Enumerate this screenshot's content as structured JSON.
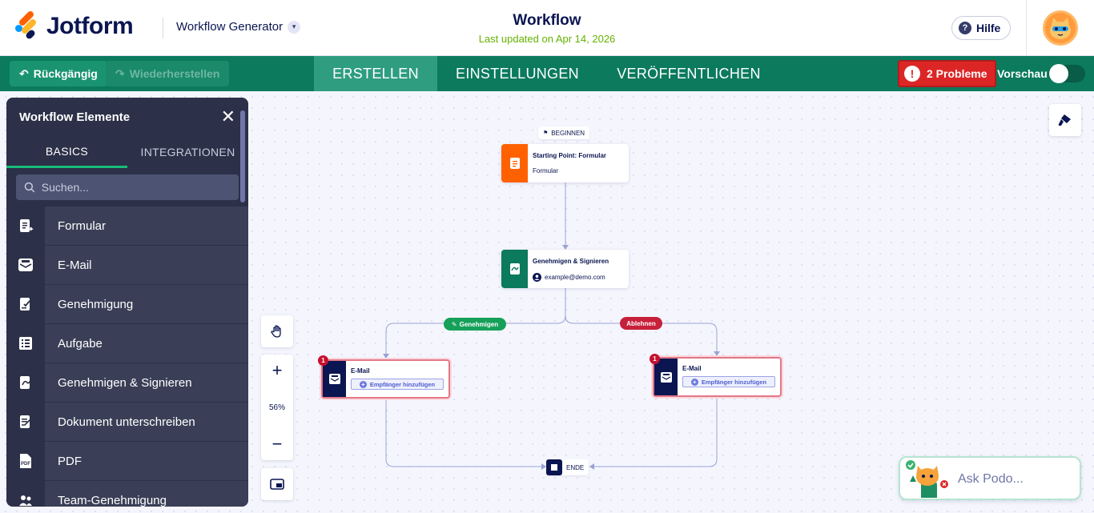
{
  "header": {
    "logo_text": "Jotform",
    "app_switcher": "Workflow Generator",
    "title": "Workflow",
    "subtitle": "Last updated on Apr 14, 2026",
    "help_label": "Hilfe"
  },
  "toolbar": {
    "undo_label": "Rückgängig",
    "redo_label": "Wiederherstellen",
    "tabs": [
      {
        "label": "ERSTELLEN",
        "active": true
      },
      {
        "label": "EINSTELLUNGEN",
        "active": false
      },
      {
        "label": "VERÖFFENTLICHEN",
        "active": false
      }
    ],
    "problems_label": "2 Probleme",
    "preview_label": "Vorschau"
  },
  "panel": {
    "title": "Workflow Elemente",
    "tabs": [
      {
        "label": "BASICS",
        "active": true
      },
      {
        "label": "INTEGRATIONEN",
        "active": false
      }
    ],
    "search_placeholder": "Suchen...",
    "items": [
      {
        "label": "Formular",
        "icon": "form-icon"
      },
      {
        "label": "E-Mail",
        "icon": "email-icon"
      },
      {
        "label": "Genehmigung",
        "icon": "approval-icon"
      },
      {
        "label": "Aufgabe",
        "icon": "task-list-icon"
      },
      {
        "label": "Genehmigen & Signieren",
        "icon": "approve-sign-icon"
      },
      {
        "label": "Dokument unterschreiben",
        "icon": "sign-document-icon"
      },
      {
        "label": "PDF",
        "icon": "pdf-icon"
      },
      {
        "label": "Team-Genehmigung",
        "icon": "team-approval-icon"
      }
    ]
  },
  "flow": {
    "start_label": "BEGINNEN",
    "start_node": {
      "title": "Starting Point: Formular",
      "sub": "Formular"
    },
    "approve_node": {
      "title": "Genehmigen & Signieren",
      "sub": "example@demo.com"
    },
    "branch_approve": "Genehmigen",
    "branch_reject": "Ablehnen",
    "email_left": {
      "title": "E-Mail",
      "action": "Empfänger hinzufügen",
      "badge": "1"
    },
    "email_right": {
      "title": "E-Mail",
      "action": "Empfänger hinzufügen",
      "badge": "1"
    },
    "end_label": "ENDE"
  },
  "zoom": {
    "value": "56%"
  },
  "assistant": {
    "label": "Ask Podo..."
  },
  "colors": {
    "brand_green": "#0b7a5d",
    "active_tab": "#2e9d80",
    "error_red": "#dc2626",
    "navy": "#0a1551",
    "orange": "#ff6100"
  }
}
